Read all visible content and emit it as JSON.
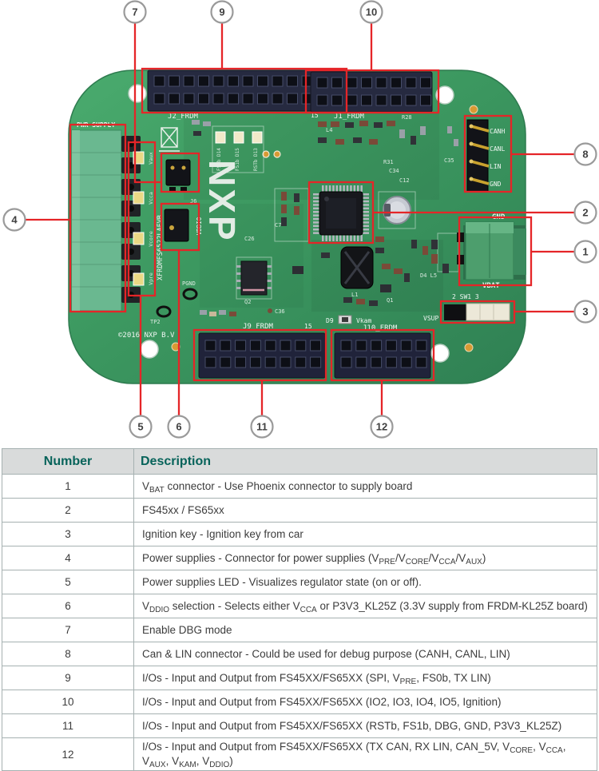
{
  "figure": {
    "callouts": {
      "c1": "1",
      "c2": "2",
      "c3": "3",
      "c4": "4",
      "c5": "5",
      "c6": "6",
      "c7": "7",
      "c8": "8",
      "c9": "9",
      "c10": "10",
      "c11": "11",
      "c12": "12"
    },
    "silk": {
      "pwr_supply": "PWR SUPPLY",
      "j2": "J2_FRDM",
      "j1": "J1_FRDM",
      "num15a": "15",
      "num15b": "15",
      "r28": "R28",
      "l4": "L4",
      "led1": "FS0b D14",
      "led2": "FS1b D15",
      "led3": "RSTb D13",
      "board_name": "XFRDMFS6522LAEVB",
      "vaux": "Vaux",
      "vcca": "Vcca",
      "vcore": "Vcore",
      "vpre": "Vpre",
      "j6": "J6",
      "vddio": "VDDIO",
      "nxp": "NXP",
      "r31": "R31",
      "c34": "C34",
      "c12": "C12",
      "c35": "C35",
      "c26": "C26",
      "c7": "C7",
      "c36": "C36",
      "d4l5": "D4 L5",
      "q1": "Q1",
      "q2": "Q2",
      "l1": "L1",
      "canh": "CANH",
      "canl": "CANL",
      "lin": "LIN",
      "gnd_can": "GND",
      "gnd": "GND",
      "vbat": "VBAT",
      "sw1": "2  SW1 3",
      "vsup": "VSUP",
      "tp2": "TP2",
      "pgnd": "PGND",
      "j9": "J9_FRDM",
      "j10": "J10_FRDM",
      "d9": "D9",
      "vkam": "Vkam",
      "copyright": "©2016 NXP B.V"
    }
  },
  "table": {
    "headers": {
      "number": "Number",
      "description": "Description"
    },
    "rows": [
      {
        "number": "1",
        "description": "V~BAT~ connector - Use Phoenix connector to supply board"
      },
      {
        "number": "2",
        "description": "FS45xx / FS65xx"
      },
      {
        "number": "3",
        "description": "Ignition key - Ignition key from car"
      },
      {
        "number": "4",
        "description": "Power supplies - Connector for power supplies (V~PRE~/V~CORE~/V~CCA~/V~AUX~)"
      },
      {
        "number": "5",
        "description": "Power supplies LED - Visualizes regulator state (on or off)."
      },
      {
        "number": "6",
        "description": "V~DDIO~ selection - Selects either V~CCA~ or P3V3_KL25Z (3.3V supply from FRDM-KL25Z board)"
      },
      {
        "number": "7",
        "description": "Enable DBG mode"
      },
      {
        "number": "8",
        "description": "Can & LIN connector - Could be used for debug purpose (CANH, CANL, LIN)"
      },
      {
        "number": "9",
        "description": "I/Os - Input and Output from FS45XX/FS65XX (SPI, V~PRE~, FS0b, TX LIN)"
      },
      {
        "number": "10",
        "description": "I/Os - Input and Output from FS45XX/FS65XX (IO2, IO3, IO4, IO5, Ignition)"
      },
      {
        "number": "11",
        "description": "I/Os - Input and Output from FS45XX/FS65XX (RSTb, FS1b, DBG, GND, P3V3_KL25Z)"
      },
      {
        "number": "12",
        "description": "I/Os - Input and Output from FS45XX/FS65XX (TX CAN, RX LIN, CAN_5V, V~CORE~, V~CCA~, V~AUX~, V~KAM~, V~DDIO~)"
      }
    ]
  },
  "colors": {
    "accent_red": "#e52528",
    "callout_ring": "#9a9a9a",
    "board_green": "#3f9d62",
    "terminal_green": "#6ab890",
    "connector_green": "#4d9e6d",
    "header_navy": "#262a40",
    "led_yellow": "#ead985",
    "gold": "#c9a22e",
    "table_header_text": "#07635a",
    "table_header_bg": "#d9dbdb",
    "table_border": "#a6b1b1"
  }
}
